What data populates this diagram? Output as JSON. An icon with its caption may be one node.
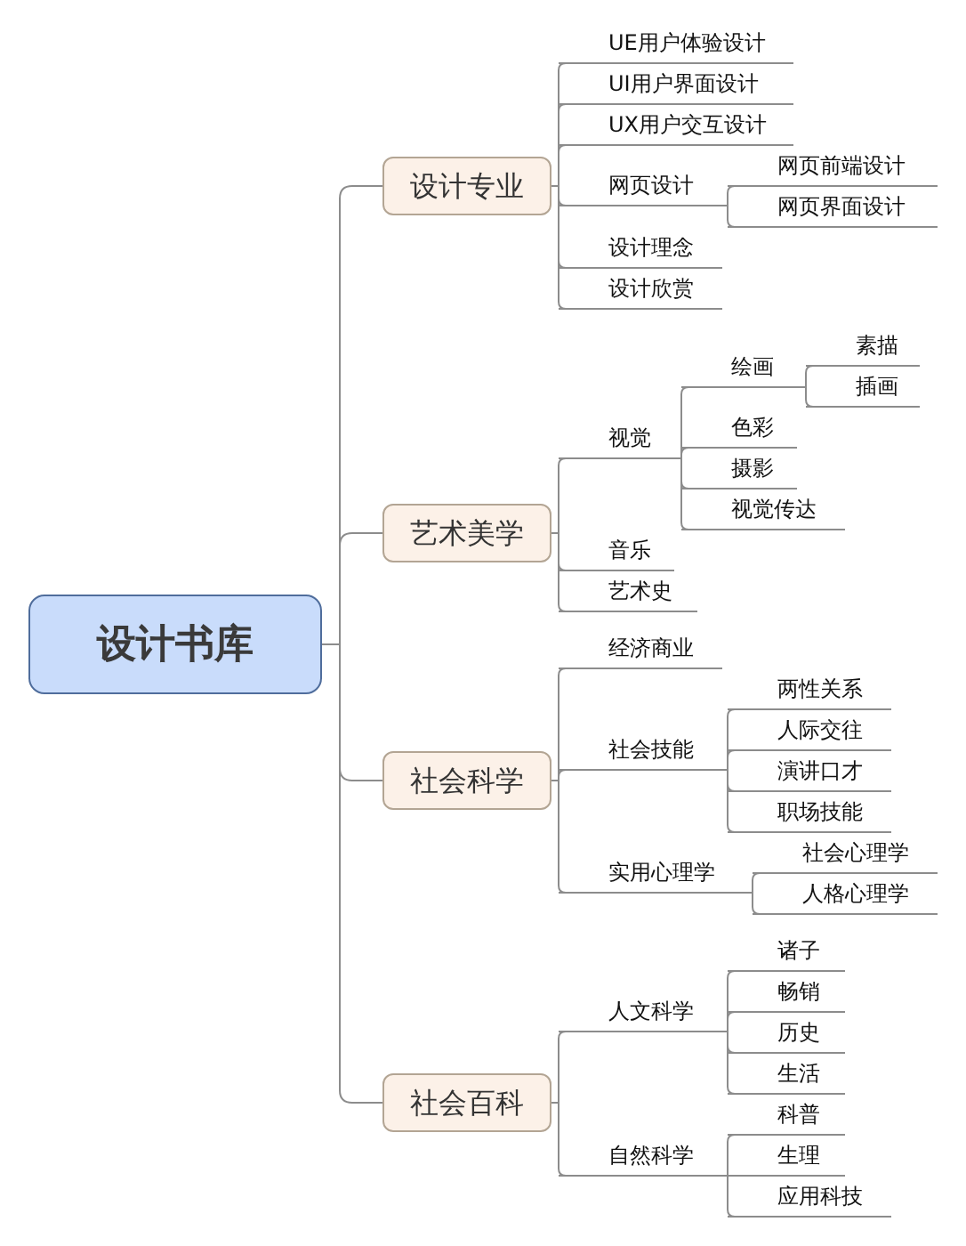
{
  "diagram": {
    "nodes": [
      {
        "text": [
          "设计书库"
        ]
      },
      {
        "text": [
          "设计专业"
        ]
      },
      {
        "text": [
          "UE用户体验设计"
        ]
      },
      {
        "text": [
          "UI用户界面设计"
        ]
      },
      {
        "text": [
          "UX用户交互设计"
        ]
      },
      {
        "text": [
          "网页设计"
        ]
      },
      {
        "text": [
          "网页前端设计"
        ]
      },
      {
        "text": [
          "网页界面设计"
        ]
      },
      {
        "text": [
          "设计理念"
        ]
      },
      {
        "text": [
          "设计欣赏"
        ]
      },
      {
        "text": [
          "艺术美学"
        ]
      },
      {
        "text": [
          "视觉"
        ]
      },
      {
        "text": [
          "绘画"
        ]
      },
      {
        "text": [
          "素描"
        ]
      },
      {
        "text": [
          "插画"
        ]
      },
      {
        "text": [
          "色彩"
        ]
      },
      {
        "text": [
          "摄影"
        ]
      },
      {
        "text": [
          "视觉传达"
        ]
      },
      {
        "text": [
          "音乐"
        ]
      },
      {
        "text": [
          "艺术史"
        ]
      },
      {
        "text": [
          "社会科学"
        ]
      },
      {
        "text": [
          "经济商业"
        ]
      },
      {
        "text": [
          "社会技能"
        ]
      },
      {
        "text": [
          "两性关系"
        ]
      },
      {
        "text": [
          "人际交往"
        ]
      },
      {
        "text": [
          "演讲口才"
        ]
      },
      {
        "text": [
          "职场技能"
        ]
      },
      {
        "text": [
          "实用心理学"
        ]
      },
      {
        "text": [
          "社会心理学"
        ]
      },
      {
        "text": [
          "人格心理学"
        ]
      },
      {
        "text": [
          "社会百科"
        ]
      },
      {
        "text": [
          "人文科学"
        ]
      },
      {
        "text": [
          "诸子"
        ]
      },
      {
        "text": [
          "畅销"
        ]
      },
      {
        "text": [
          "历史"
        ]
      },
      {
        "text": [
          "生活"
        ]
      },
      {
        "text": [
          "自然科学"
        ]
      },
      {
        "text": [
          "科普"
        ]
      },
      {
        "text": [
          "生理"
        ]
      },
      {
        "text": [
          "应用科技"
        ]
      }
    ],
    "edges": [
      {
        "from": 0,
        "to": 1,
        "arrow": "none"
      },
      {
        "from": 0,
        "to": 10,
        "arrow": "none"
      },
      {
        "from": 0,
        "to": 20,
        "arrow": "none"
      },
      {
        "from": 0,
        "to": 30,
        "arrow": "none"
      },
      {
        "from": 1,
        "to": 2,
        "arrow": "none"
      },
      {
        "from": 1,
        "to": 3,
        "arrow": "none"
      },
      {
        "from": 1,
        "to": 4,
        "arrow": "none"
      },
      {
        "from": 1,
        "to": 5,
        "arrow": "none"
      },
      {
        "from": 5,
        "to": 6,
        "arrow": "none"
      },
      {
        "from": 5,
        "to": 7,
        "arrow": "none"
      },
      {
        "from": 1,
        "to": 8,
        "arrow": "none"
      },
      {
        "from": 1,
        "to": 9,
        "arrow": "none"
      },
      {
        "from": 10,
        "to": 11,
        "arrow": "none"
      },
      {
        "from": 11,
        "to": 12,
        "arrow": "none"
      },
      {
        "from": 12,
        "to": 13,
        "arrow": "none"
      },
      {
        "from": 12,
        "to": 14,
        "arrow": "none"
      },
      {
        "from": 11,
        "to": 15,
        "arrow": "none"
      },
      {
        "from": 11,
        "to": 16,
        "arrow": "none"
      },
      {
        "from": 11,
        "to": 17,
        "arrow": "none"
      },
      {
        "from": 10,
        "to": 18,
        "arrow": "none"
      },
      {
        "from": 10,
        "to": 19,
        "arrow": "none"
      },
      {
        "from": 20,
        "to": 21,
        "arrow": "none"
      },
      {
        "from": 20,
        "to": 22,
        "arrow": "none"
      },
      {
        "from": 22,
        "to": 23,
        "arrow": "none"
      },
      {
        "from": 22,
        "to": 24,
        "arrow": "none"
      },
      {
        "from": 22,
        "to": 25,
        "arrow": "none"
      },
      {
        "from": 22,
        "to": 26,
        "arrow": "none"
      },
      {
        "from": 20,
        "to": 27,
        "arrow": "none"
      },
      {
        "from": 27,
        "to": 28,
        "arrow": "none"
      },
      {
        "from": 27,
        "to": 29,
        "arrow": "none"
      },
      {
        "from": 30,
        "to": 31,
        "arrow": "none"
      },
      {
        "from": 31,
        "to": 32,
        "arrow": "none"
      },
      {
        "from": 31,
        "to": 33,
        "arrow": "none"
      },
      {
        "from": 31,
        "to": 34,
        "arrow": "none"
      },
      {
        "from": 31,
        "to": 35,
        "arrow": "none"
      },
      {
        "from": 30,
        "to": 36,
        "arrow": "none"
      },
      {
        "from": 36,
        "to": 37,
        "arrow": "none"
      },
      {
        "from": 36,
        "to": 38,
        "arrow": "none"
      },
      {
        "from": 36,
        "to": 39,
        "arrow": "none"
      }
    ]
  }
}
